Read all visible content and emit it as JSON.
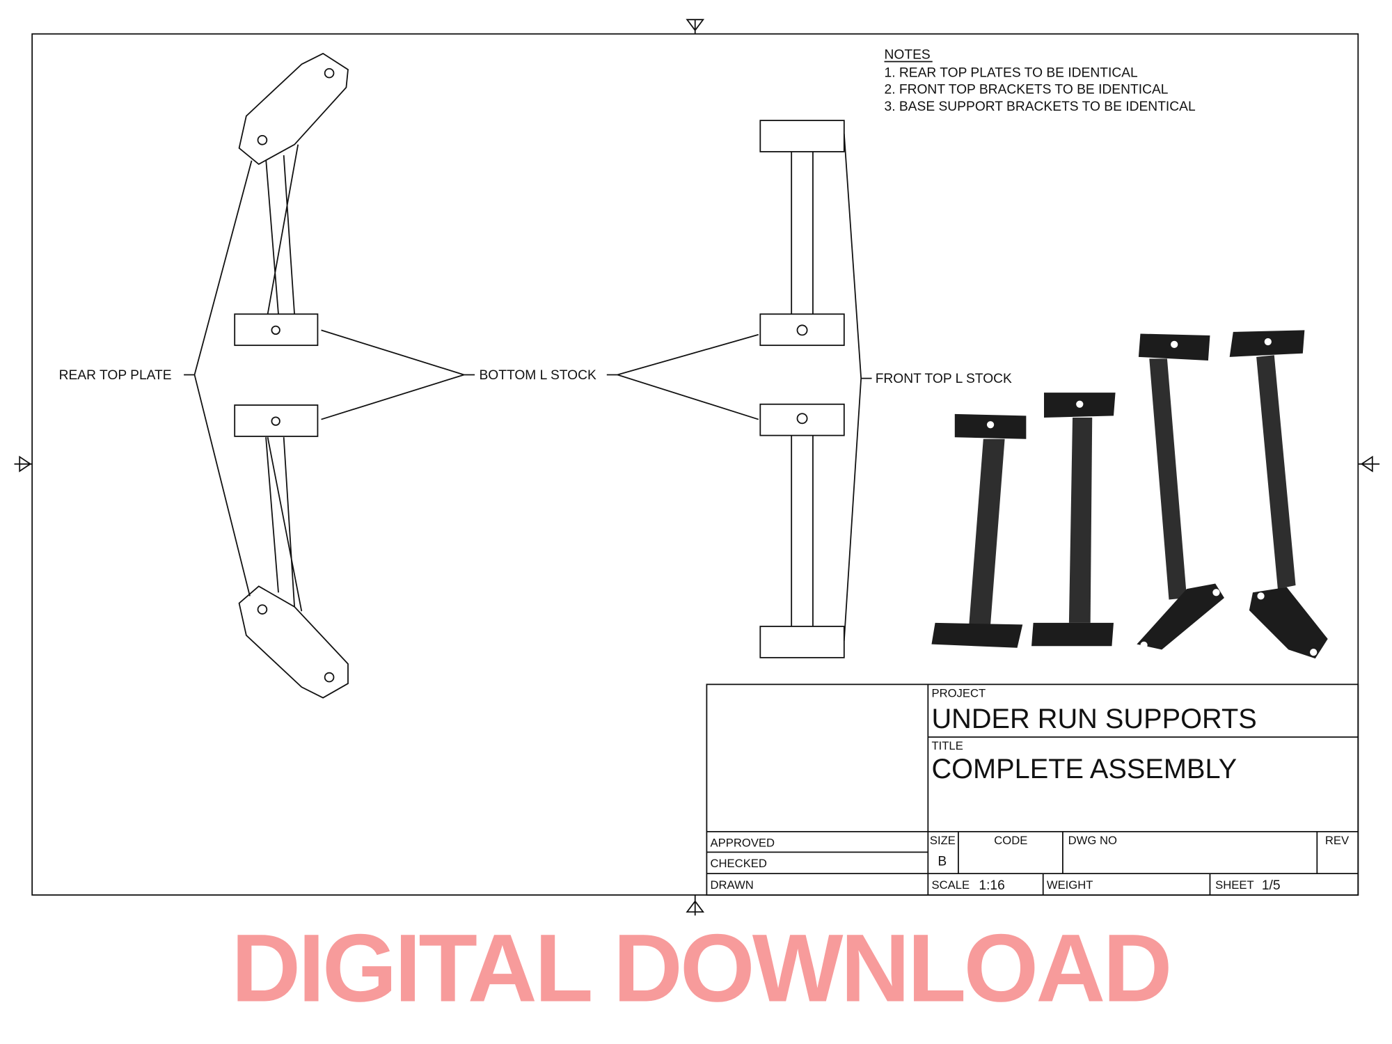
{
  "notes": {
    "heading": "NOTES",
    "items": [
      "1. REAR TOP PLATES TO BE IDENTICAL",
      "2. FRONT TOP BRACKETS TO BE IDENTICAL",
      "3. BASE SUPPORT BRACKETS TO BE IDENTICAL"
    ]
  },
  "labels": {
    "rear_top_plate": "REAR TOP PLATE",
    "bottom_l_stock": "BOTTOM L STOCK",
    "front_top_l_stock": "FRONT TOP L STOCK"
  },
  "title_block": {
    "project_label": "PROJECT",
    "project": "UNDER RUN SUPPORTS",
    "title_label": "TITLE",
    "title": "COMPLETE ASSEMBLY",
    "approved": "APPROVED",
    "checked": "CHECKED",
    "drawn": "DRAWN",
    "size_label": "SIZE",
    "size": "B",
    "code_label": "CODE",
    "dwg_no_label": "DWG NO",
    "rev_label": "REV",
    "scale_label": "SCALE",
    "scale": "1:16",
    "weight_label": "WEIGHT",
    "sheet_label": "SHEET",
    "sheet": "1/5"
  },
  "banner": "DIGITAL DOWNLOAD",
  "colors": {
    "banner": "#f79b9b",
    "line": "#111111"
  }
}
